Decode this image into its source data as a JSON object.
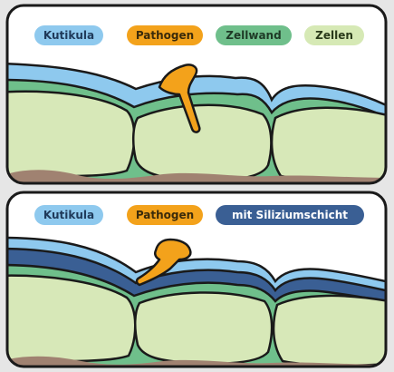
{
  "panel_top": {
    "legend": [
      {
        "label": "Kutikula",
        "color": "#8ec9ee",
        "text_color": "#1f3a5a"
      },
      {
        "label": "Pathogen",
        "color": "#f3a21b",
        "text_color": "#3a2a0a"
      },
      {
        "label": "Zellwand",
        "color": "#6fbf8b",
        "text_color": "#1e3a26"
      },
      {
        "label": "Zellen",
        "color": "#d6e9b5",
        "text_color": "#2a3a1a"
      }
    ]
  },
  "panel_bottom": {
    "legend": [
      {
        "label": "Kutikula",
        "color": "#8ec9ee",
        "text_color": "#1f3a5a"
      },
      {
        "label": "Pathogen",
        "color": "#f3a21b",
        "text_color": "#3a2a0a"
      },
      {
        "label": "mit Siliziumschicht",
        "color": "#3a5f94",
        "text_color": "#ffffff"
      }
    ]
  },
  "colors": {
    "background": "#e6e6e6",
    "panel_sky": "#ffffff",
    "soil": "#a08271",
    "cell": "#d7e8b8",
    "cell_wall": "#6fbf8b",
    "cuticle": "#8ec9ee",
    "silicon": "#3a5f94",
    "pathogen": "#f3a21b",
    "outline": "#1a1a1a"
  }
}
